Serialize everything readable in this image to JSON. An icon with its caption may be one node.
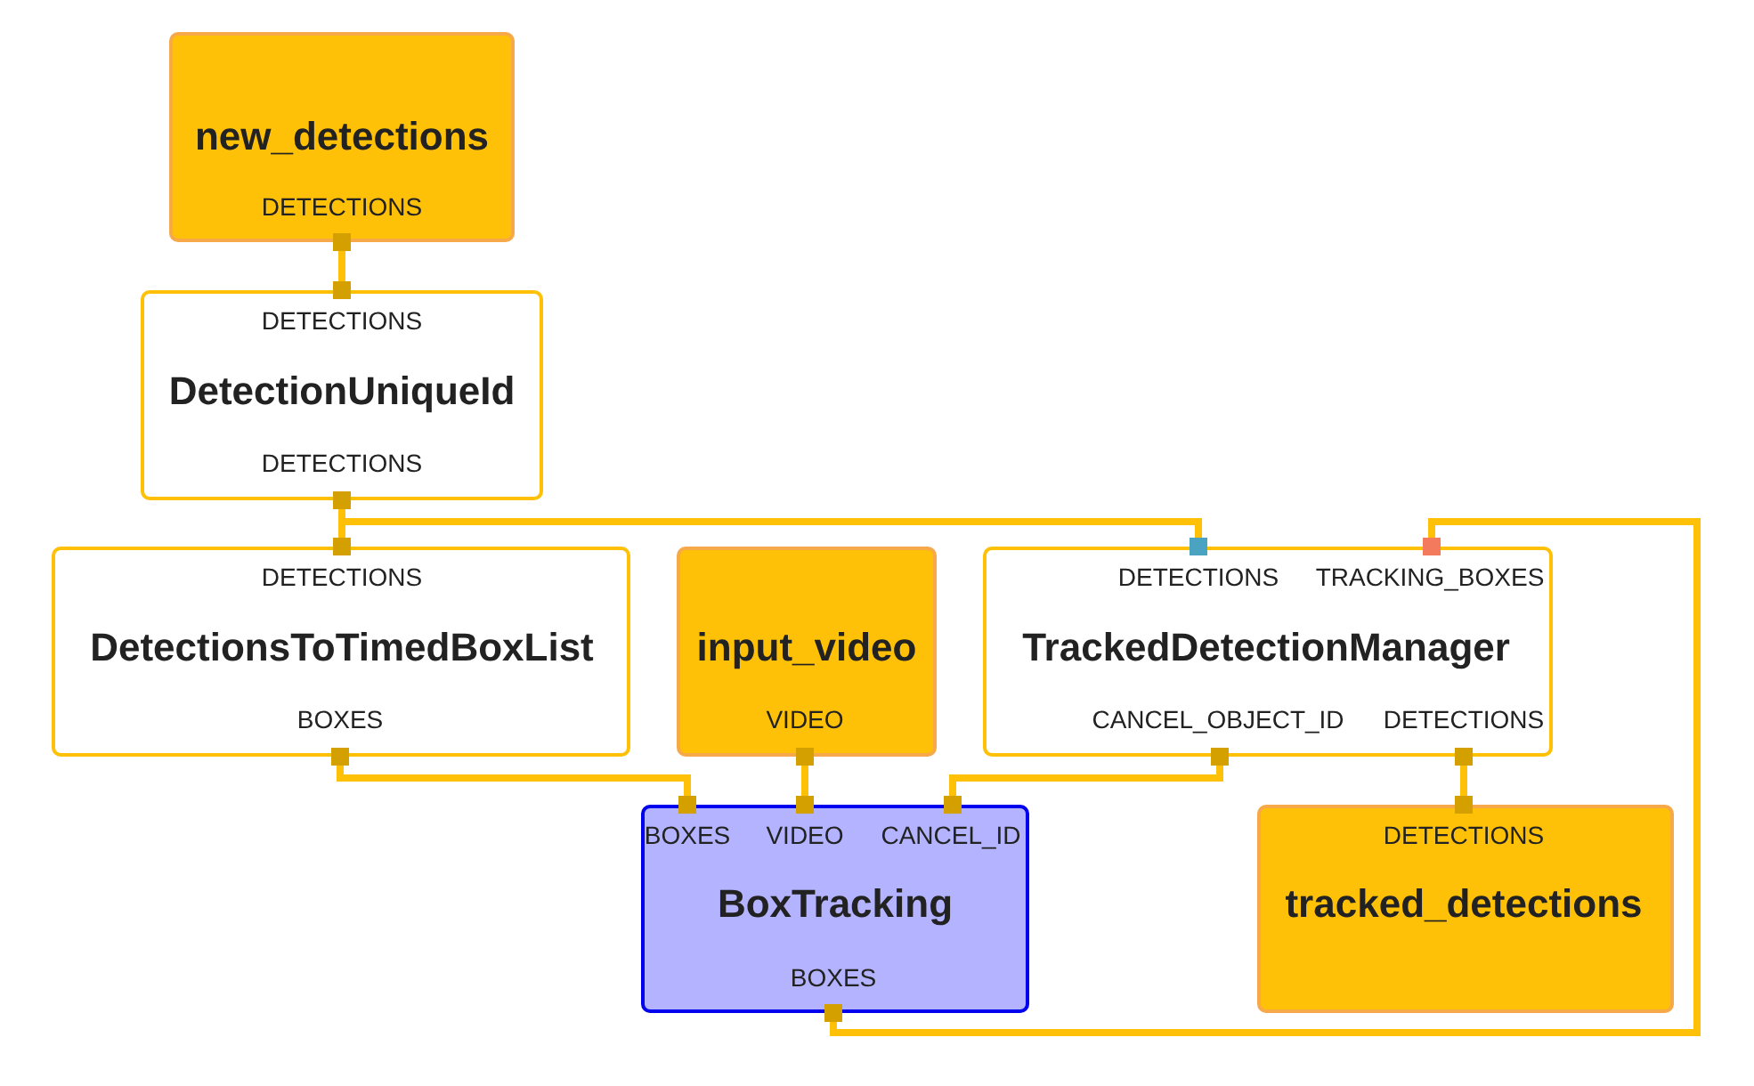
{
  "diagram": {
    "nodes": [
      {
        "text": [
          "new_detections",
          "DETECTIONS"
        ]
      },
      {
        "text": [
          "DETECTIONS",
          "DetectionUniqueId",
          "DETECTIONS"
        ]
      },
      {
        "text": [
          "DETECTIONS",
          "DetectionsToTimedBoxList",
          "BOXES"
        ]
      },
      {
        "text": [
          "input_video",
          "VIDEO"
        ]
      },
      {
        "text": [
          "DETECTIONS",
          "TRACKING_BOXES",
          "TrackedDetectionManager",
          "CANCEL_OBJECT_ID",
          "DETECTIONS"
        ]
      },
      {
        "text": [
          "BOXES",
          "VIDEO",
          "CANCEL_ID",
          "BoxTracking",
          "BOXES"
        ]
      },
      {
        "text": [
          "DETECTIONS",
          "tracked_detections"
        ]
      }
    ],
    "edges": [
      {
        "from": 0,
        "to": 1,
        "arrow": "none"
      },
      {
        "from": 1,
        "to": 2,
        "arrow": "none"
      },
      {
        "from": 1,
        "to": 4,
        "arrow": "none"
      },
      {
        "from": 2,
        "to": 5,
        "arrow": "none"
      },
      {
        "from": 3,
        "to": 5,
        "arrow": "none"
      },
      {
        "from": 4,
        "to": 5,
        "arrow": "none"
      },
      {
        "from": 4,
        "to": 6,
        "arrow": "none"
      },
      {
        "from": 5,
        "to": 4,
        "arrow": "none"
      }
    ]
  }
}
